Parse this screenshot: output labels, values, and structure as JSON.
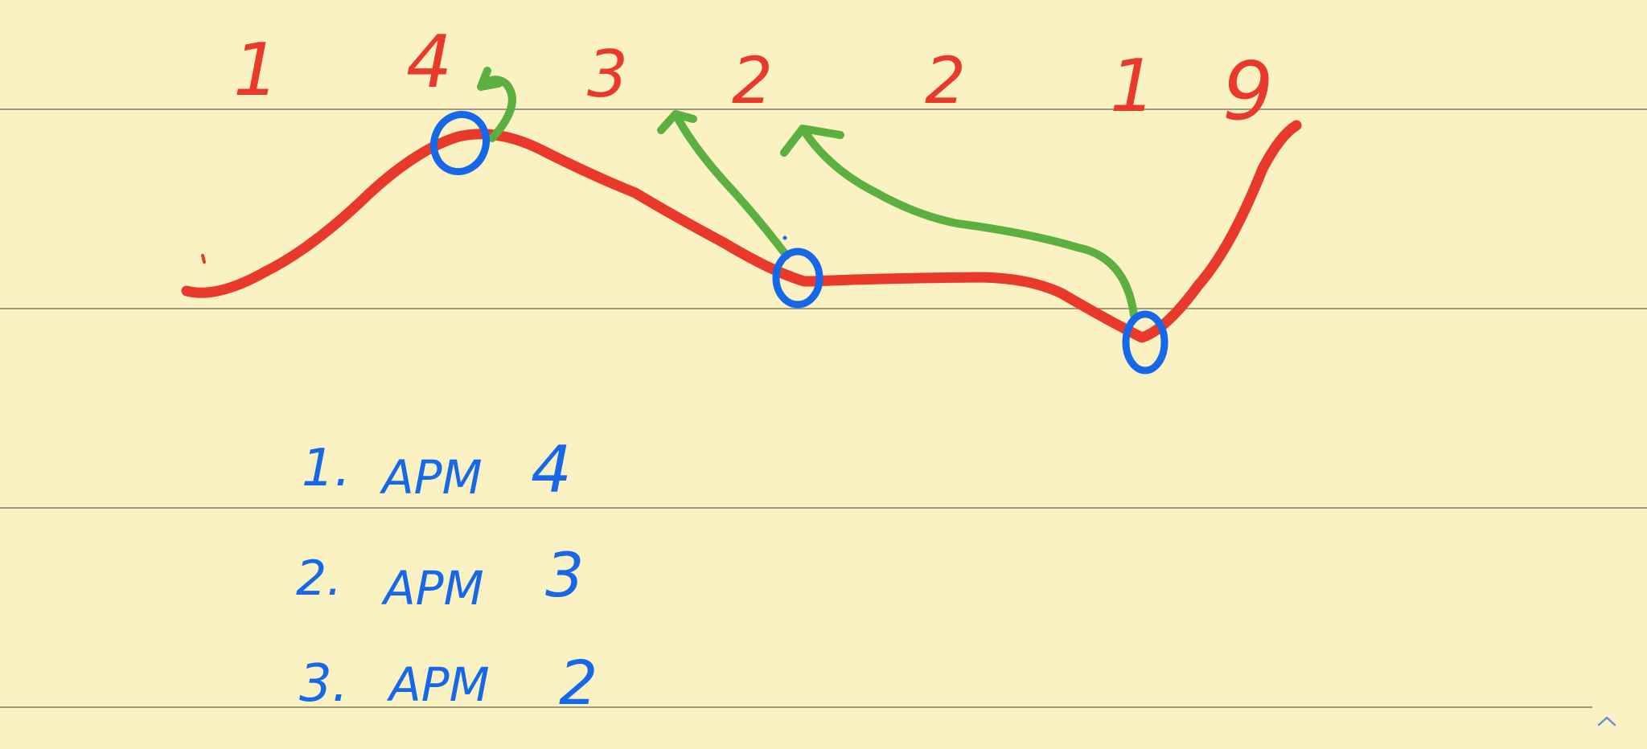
{
  "colors": {
    "paper": "#fbf2c4",
    "rule_line": "#9e9a86",
    "ink_red": "#e8392a",
    "ink_blue": "#1668e8",
    "ink_green": "#5cb040"
  },
  "sequence": [
    "1",
    "4",
    "3",
    "2",
    "2",
    "1",
    "9"
  ],
  "notes": [
    {
      "index": "1.",
      "word": "APM",
      "value": "4"
    },
    {
      "index": "2.",
      "word": "APM",
      "value": "3"
    },
    {
      "index": "3.",
      "word": "APM",
      "value": "2"
    }
  ],
  "scroll_button_icon": "chevron-up-icon"
}
